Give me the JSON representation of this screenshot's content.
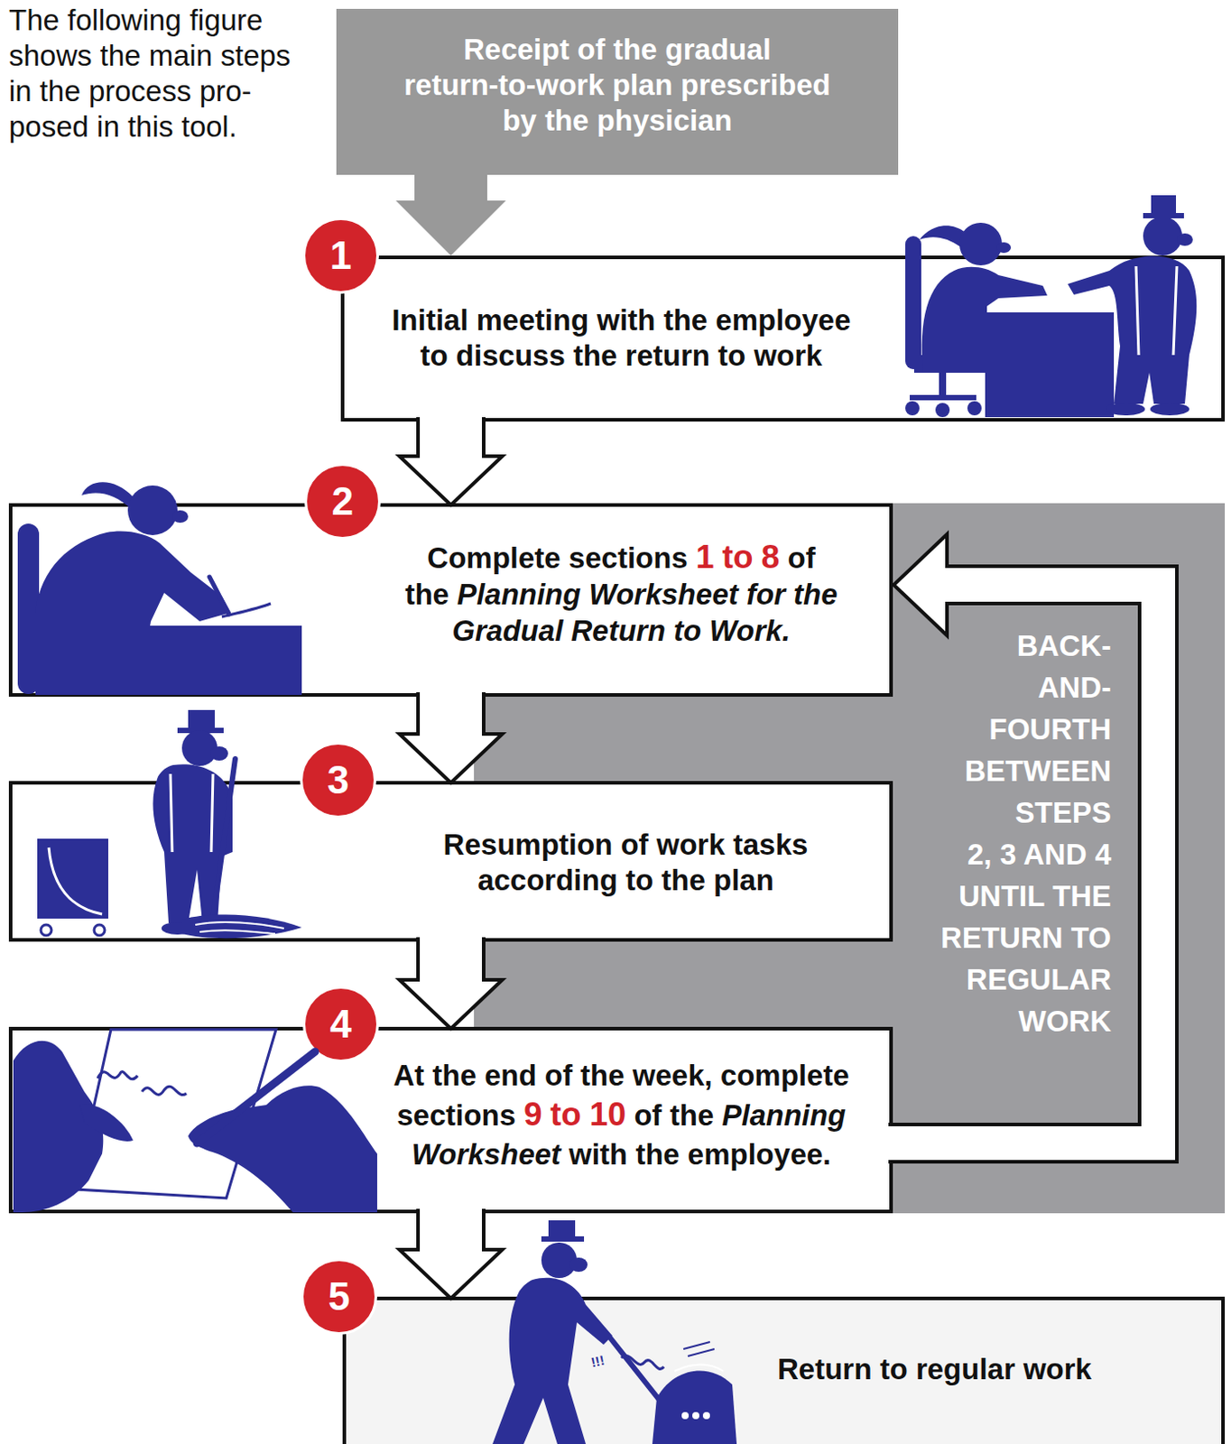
{
  "diagram": {
    "nodes": [
      {
        "text": [
          "Receipt of the gradual return-to-work plan prescribed by the physician"
        ]
      },
      {
        "text": [
          "1",
          "Initial meeting with the employee to discuss the return to work"
        ]
      },
      {
        "text": [
          "2",
          "Complete sections 1 to 8 of the Planning Worksheet for the Gradual Return to Work."
        ]
      },
      {
        "text": [
          "3",
          "Resumption of work tasks according to the plan"
        ]
      },
      {
        "text": [
          "4",
          "At the end of the week, complete sections 9 to 10 of the Planning Worksheet with the employee."
        ]
      },
      {
        "text": [
          "BACK- AND- FOURTH BETWEEN STEPS 2, 3 AND 4 UNTIL THE RETURN TO REGULAR WORK"
        ]
      },
      {
        "text": [
          "5",
          "Return to regular work"
        ]
      }
    ],
    "edges": [
      {
        "from": 0,
        "to": 1,
        "arrow": "to"
      },
      {
        "from": 1,
        "to": 2,
        "arrow": "to"
      },
      {
        "from": 2,
        "to": 3,
        "arrow": "to"
      },
      {
        "from": 3,
        "to": 4,
        "arrow": "to"
      },
      {
        "from": 4,
        "to": 2,
        "arrow": "to"
      },
      {
        "from": 4,
        "to": 6,
        "arrow": "to"
      }
    ],
    "labels": [
      "The following figure shows the main steps in the process pro- posed in this tool.",
      "!!!"
    ]
  }
}
